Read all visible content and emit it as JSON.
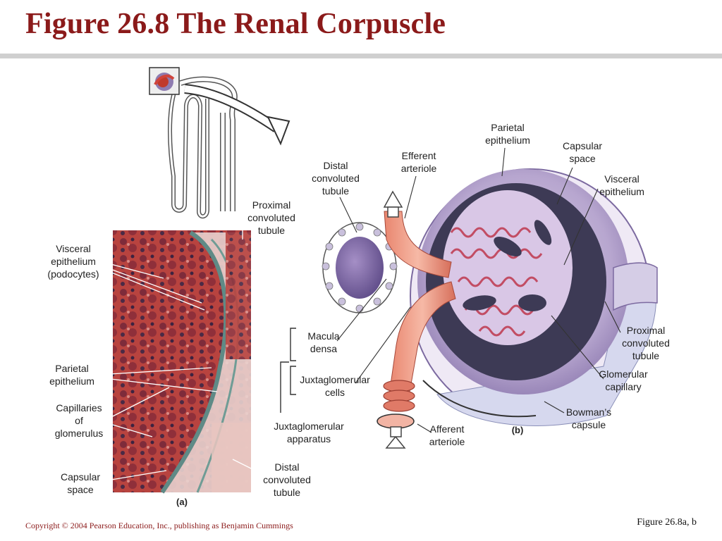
{
  "slide": {
    "title": "Figure 26.8  The Renal Corpuscle",
    "copyright": "Copyright © 2004 Pearson Education, Inc., publishing as Benjamin Cummings",
    "figure_ref": "Figure 26.8a, b"
  },
  "panel_a": {
    "tag": "(a)",
    "labels": {
      "visceral_epithelium": "Visceral\nepithelium\n(podocytes)",
      "parietal_epithelium": "Parietal\nepithelium",
      "capillaries": "Capillaries\nof\nglomerulus",
      "capsular_space": "Capsular\nspace",
      "distal_tubule": "Distal\nconvoluted\ntubule",
      "proximal_tubule": "Proximal\nconvoluted\ntubule"
    }
  },
  "panel_b": {
    "tag": "(b)",
    "labels": {
      "distal_tubule": "Distal\nconvoluted\ntubule",
      "efferent_arteriole": "Efferent\narteriole",
      "parietal_epithelium": "Parietal\nepithelium",
      "capsular_space": "Capsular\nspace",
      "visceral_epithelium": "Visceral\nepithelium",
      "macula_densa": "Macula\ndensa",
      "jg_cells": "Juxtaglomerular\ncells",
      "jg_apparatus": "Juxtaglomerular\napparatus",
      "afferent_arteriole": "Afferent\narteriole",
      "proximal_tubule": "Proximal\nconvoluted\ntubule",
      "glomerular_capillary": "Glomerular\ncapillary",
      "bowmans_capsule": "Bowman’s\ncapsule"
    }
  }
}
